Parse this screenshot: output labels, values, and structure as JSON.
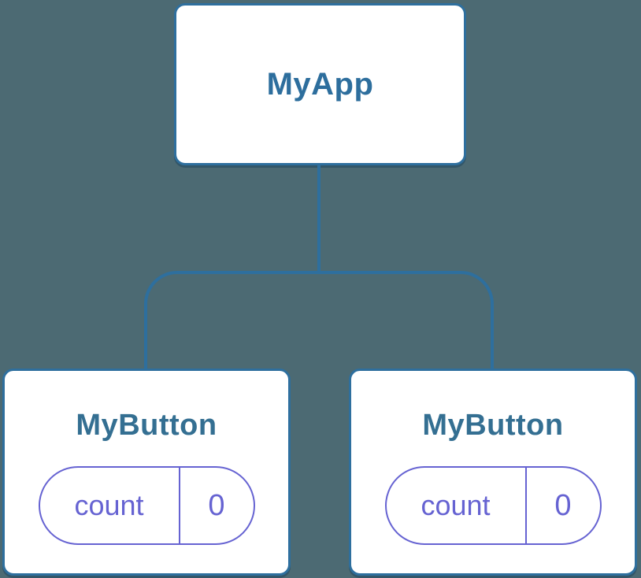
{
  "colors": {
    "background": "#4C6A73",
    "node_border": "#2E6F9E",
    "node_fill": "#FFFFFF",
    "connector": "#2E6F9E",
    "root_label": "#2D6E9D",
    "child_label": "#346F92",
    "state_accent": "#6663D2"
  },
  "tree": {
    "root": {
      "label": "MyApp"
    },
    "children": [
      {
        "label": "MyButton",
        "state": {
          "name": "count",
          "value": "0"
        }
      },
      {
        "label": "MyButton",
        "state": {
          "name": "count",
          "value": "0"
        }
      }
    ]
  }
}
